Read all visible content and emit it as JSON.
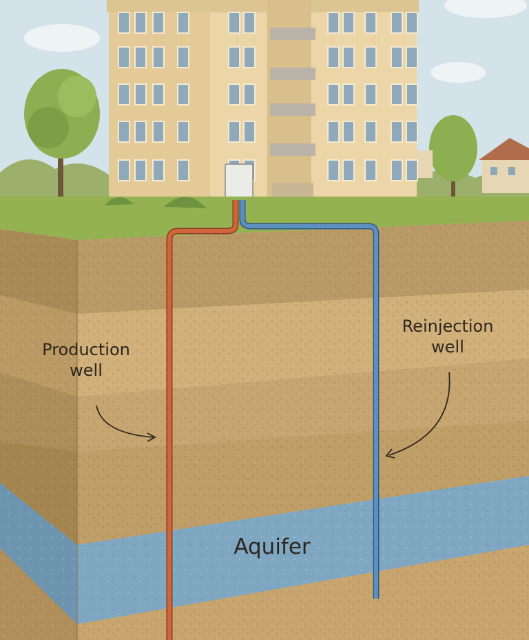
{
  "diagram": {
    "labels": {
      "production_well": "Production\nwell",
      "reinjection_well": "Reinjection\nwell",
      "aquifer": "Aquifer"
    },
    "colors": {
      "production_pipe": "#d0643a",
      "reinjection_pipe": "#5d8fbf",
      "aquifer": "#7fa7c2",
      "soil": "#c8a672",
      "grass": "#8fb04f",
      "sky": "#cfdfe6",
      "building": "#e9d3a4"
    }
  }
}
